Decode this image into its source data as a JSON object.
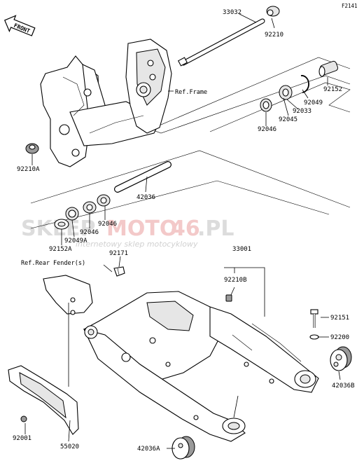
{
  "figure_code": "F2141",
  "front_label": "FRONT",
  "watermark": {
    "brand_left": "SKLEP",
    "brand_mid": "MOTO",
    "brand_num": "46",
    "brand_tld": ".PL",
    "tagline": "internetowy sklep motocyklowy"
  },
  "references": {
    "frame": "Ref.Frame",
    "rear_fender": "Ref.Rear Fender(s)"
  },
  "parts": {
    "p33032": "33032",
    "p92210": "92210",
    "p92152": "92152",
    "p92049": "92049",
    "p92033": "92033",
    "p92045": "92045",
    "p92046_top": "92046",
    "p92210A": "92210A",
    "p42036": "42036",
    "p92046_a": "92046",
    "p92046_b": "92046",
    "p92049A": "92049A",
    "p92152A": "92152A",
    "p92171": "92171",
    "p33001": "33001",
    "p92210B": "92210B",
    "p92151": "92151",
    "p92200": "92200",
    "p42036B": "42036B",
    "p92001": "92001",
    "p55020": "55020",
    "p42036A": "42036A"
  }
}
